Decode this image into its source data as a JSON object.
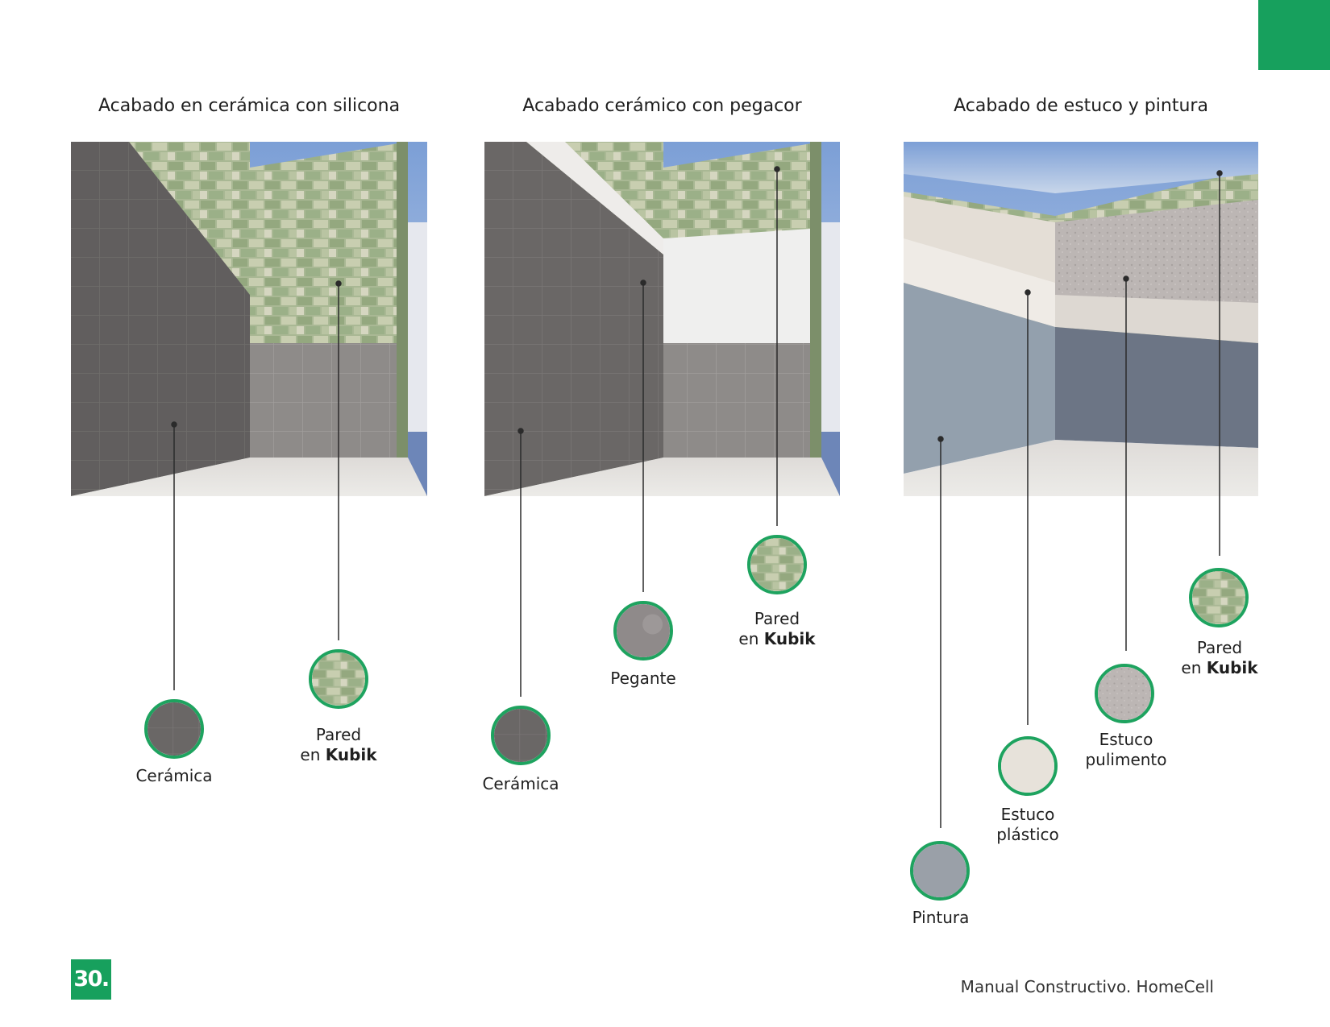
{
  "panels": [
    {
      "title": "Acabado en cerámica con silicona",
      "callouts": [
        {
          "label": "Cerámica",
          "label_bold": "",
          "material": "ceramic"
        },
        {
          "label": "Pared",
          "label_bold": "Kubik",
          "label_pre": "en",
          "material": "kubik"
        }
      ]
    },
    {
      "title": "Acabado cerámico con pegacor",
      "callouts": [
        {
          "label": "Cerámica",
          "label_bold": "",
          "material": "ceramic"
        },
        {
          "label": "Pegante",
          "label_bold": "",
          "material": "adhesive"
        },
        {
          "label": "Pared",
          "label_bold": "Kubik",
          "label_pre": "en",
          "material": "kubik"
        }
      ]
    },
    {
      "title": "Acabado de estuco y pintura",
      "callouts": [
        {
          "label": "Pintura",
          "label_bold": "",
          "material": "paint"
        },
        {
          "label": "Estuco",
          "label_line2": "plástico",
          "material": "plastic-stucco"
        },
        {
          "label": "Estuco",
          "label_line2": "pulimento",
          "material": "polish-stucco"
        },
        {
          "label": "Pared",
          "label_bold": "Kubik",
          "label_pre": "en",
          "material": "kubik"
        }
      ]
    }
  ],
  "footer": {
    "page_number": "30.",
    "manual_title": "Manual Constructivo. HomeCell"
  },
  "colors": {
    "brand_green": "#17a05d",
    "ring_green": "#1ea35f",
    "ceramic": "#6b6665",
    "kubik": "#c8cfb3",
    "adhesive": "#8f8a8a",
    "paint": "#9aa0a8",
    "plastic_stucco": "#e7e2da",
    "polish_stucco": "#a8a2a2"
  }
}
